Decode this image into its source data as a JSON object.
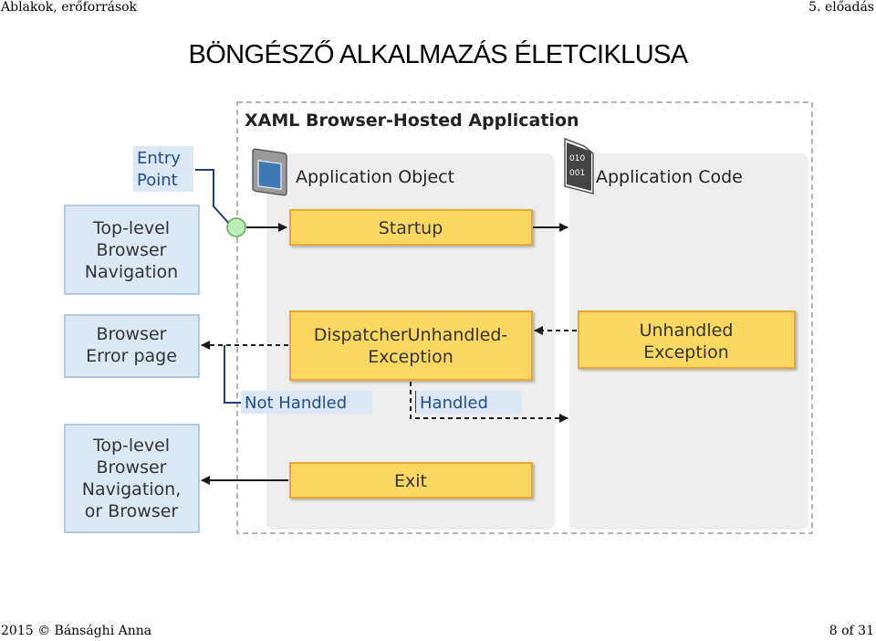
{
  "header": {
    "left": "Ablakok, erőforrások",
    "right": "5. előadás"
  },
  "title": "BÖNGÉSZŐ ALKALMAZÁS ÉLETCIKLUSA",
  "footer": {
    "left": "2015 © Bánsághi Anna",
    "right": "8 of 31"
  },
  "diagram": {
    "container_title": "XAML Browser-Hosted Application",
    "entry_point": [
      "Entry",
      "Point"
    ],
    "left_boxes": {
      "top_nav": [
        "Top-level",
        "Browser",
        "Navigation"
      ],
      "error_page": [
        "Browser",
        "Error page"
      ],
      "exit_target": [
        "Top-level",
        "Browser",
        "Navigation,",
        "or Browser"
      ]
    },
    "app_object": {
      "title": "Application Object",
      "icon": "window-icon"
    },
    "app_code": {
      "title": "Application Code",
      "icon": "code-file-icon",
      "icon_text": [
        "010",
        "001"
      ]
    },
    "steps": {
      "startup": "Startup",
      "dispatcher": [
        "DispatcherUnhandled-",
        "Exception"
      ],
      "exit": "Exit",
      "unhandled": [
        "Unhandled",
        "Exception"
      ]
    },
    "labels": {
      "not_handled": "Not Handled",
      "handled": "Handled"
    },
    "colors": {
      "step_fill": "#fcd860",
      "step_border": "#eba733",
      "left_box_fill": "#dce8f5",
      "left_box_border": "#9bb8d6",
      "panel_fill": "#eeeeee",
      "label_text": "#1f4e8c",
      "entry_point_fill": "#bdf0b8"
    }
  }
}
